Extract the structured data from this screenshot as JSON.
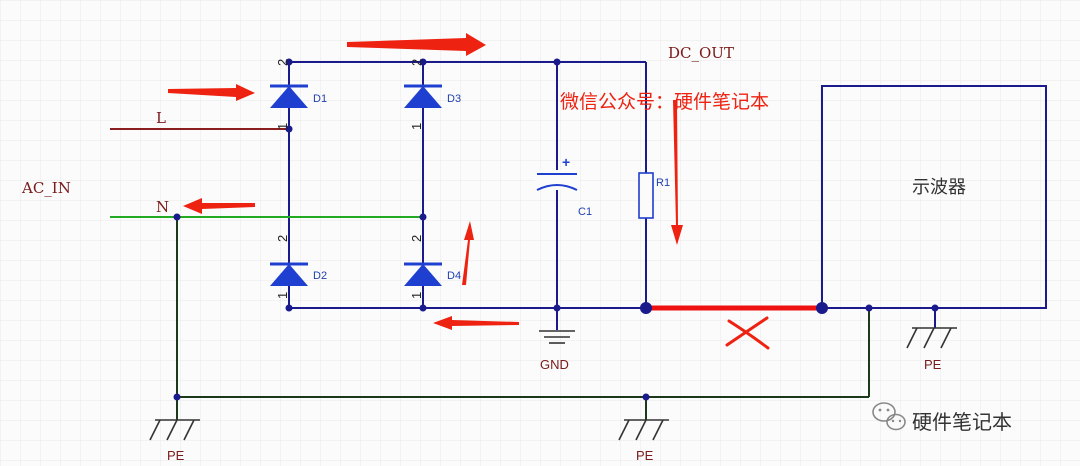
{
  "schematic": {
    "nets": {
      "ac_in": "AC_IN",
      "line": "L",
      "neutral": "N",
      "dc_out": "DC_OUT",
      "ground": "GND",
      "protective_earth": "PE"
    },
    "components": {
      "d1": {
        "ref": "D1",
        "pin_top": "2",
        "pin_bottom": "1"
      },
      "d2": {
        "ref": "D2",
        "pin_top": "2",
        "pin_bottom": "1"
      },
      "d3": {
        "ref": "D3",
        "pin_top": "2",
        "pin_bottom": "1"
      },
      "d4": {
        "ref": "D4",
        "pin_top": "2",
        "pin_bottom": "1"
      },
      "c1": {
        "ref": "C1",
        "polarity": "+"
      },
      "r1": {
        "ref": "R1"
      },
      "scope": {
        "label": "示波器"
      }
    },
    "annotations": {
      "watermark_text": "微信公众号：硬件笔记本",
      "brand_text": "硬件笔记本"
    },
    "colors": {
      "wire": "#1a1a8c",
      "line_wire": "#8a1e1e",
      "neutral_wire": "#22aa22",
      "earth_wire": "#1a3a1a",
      "diode": "#1f3fd0",
      "arrow": "#ee2211",
      "short_path": "#ee1111",
      "component_label": "#1f3fb0",
      "net_label": "#7a1a1a",
      "grid": "#e6e6e6"
    }
  }
}
